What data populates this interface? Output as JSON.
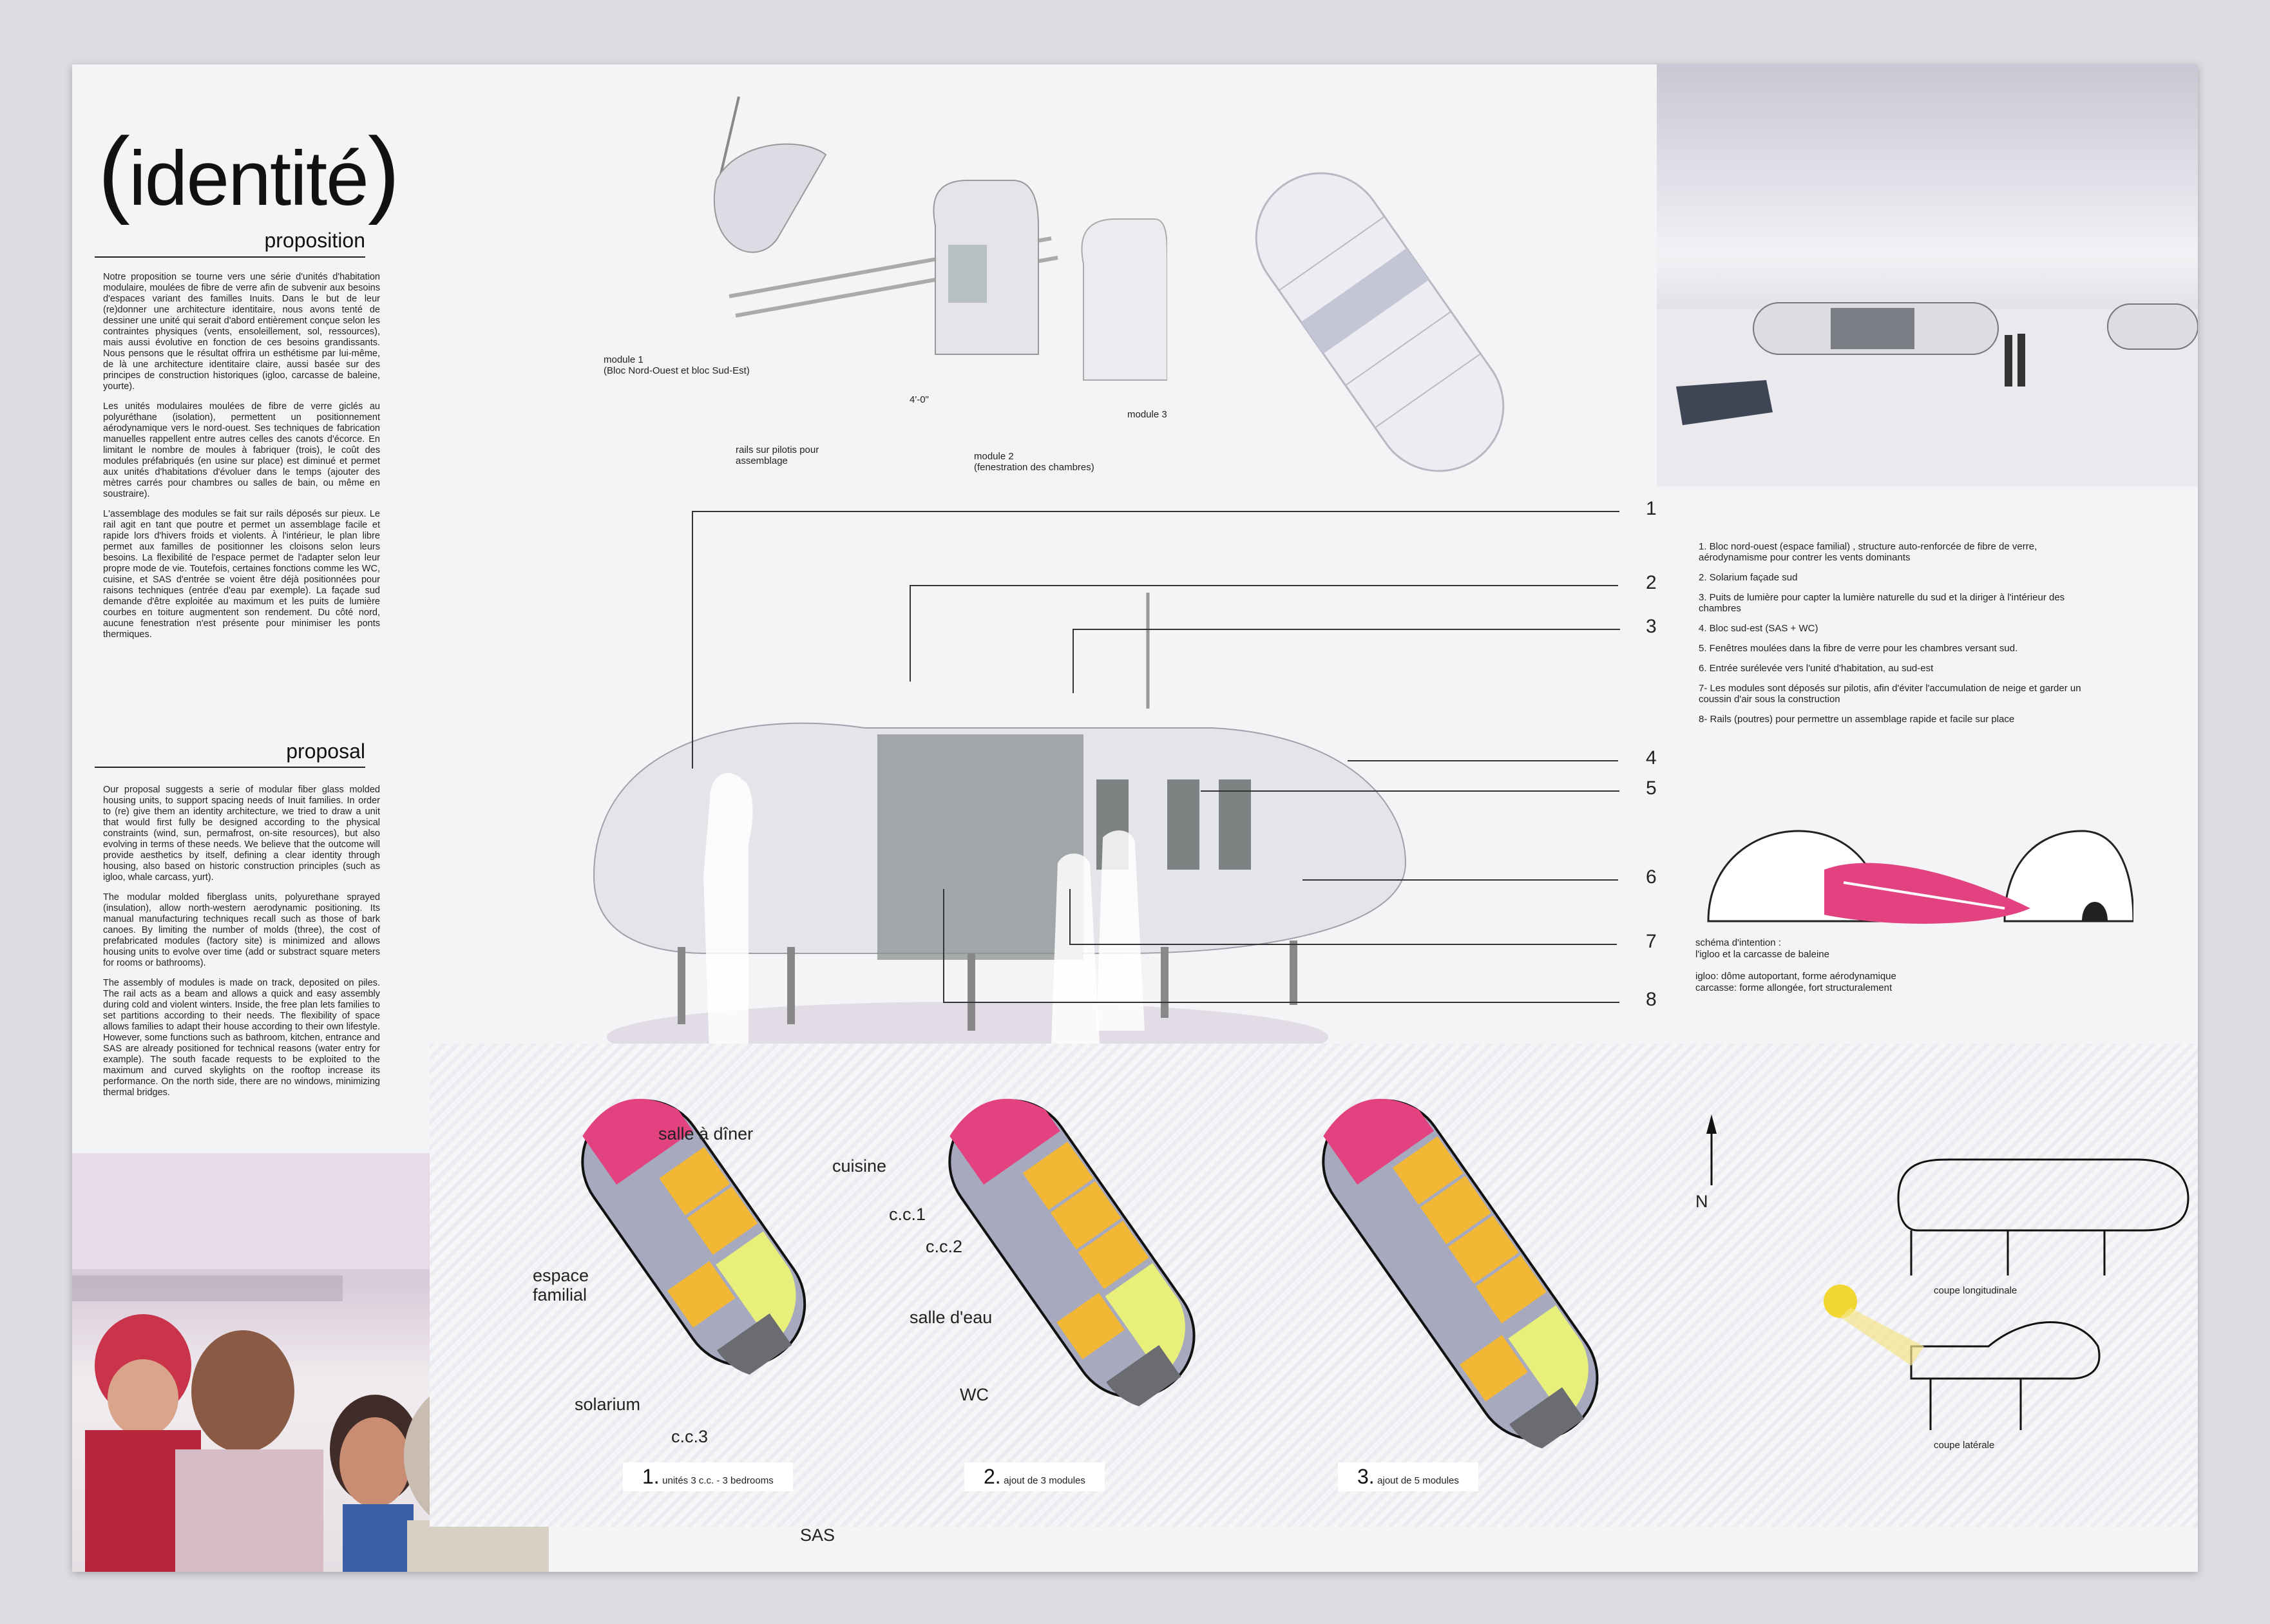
{
  "header": {
    "title": "identité",
    "section_fr": "proposition",
    "section_en": "proposal"
  },
  "text_fr": [
    "Notre proposition se tourne vers une série d'unités d'habitation modulaire, moulées de fibre de verre afin de subvenir aux besoins d'espaces variant des familles Inuits. Dans le but de leur (re)donner une architecture identitaire, nous avons tenté de dessiner une unité qui serait d'abord entièrement conçue selon les contraintes physiques (vents, ensoleillement, sol, ressources), mais aussi évolutive en fonction de ces besoins grandissants. Nous pensons que le résultat offrira un esthétisme par lui-même, de là une architecture identitaire claire, aussi basée sur des principes de construction historiques (igloo, carcasse de baleine, yourte).",
    "Les unités modulaires moulées de fibre de verre giclés au polyuréthane (isolation), permettent un positionnement aérodynamique vers le nord-ouest. Ses techniques de fabrication manuelles rappellent entre autres celles des canots d'écorce. En limitant le nombre de moules à fabriquer (trois), le coût des modules préfabriqués (en usine sur place) est diminué et permet aux unités d'habitations d'évoluer dans le temps (ajouter des mètres carrés pour chambres ou salles de bain, ou même en soustraire).",
    "L'assemblage des modules se fait sur rails déposés sur pieux. Le rail agit en tant que poutre et permet un assemblage facile et rapide lors d'hivers froids et violents. À l'intérieur, le plan libre permet aux familles de positionner les cloisons selon leurs besoins. La flexibilité de l'espace permet de l'adapter selon leur propre mode de vie. Toutefois, certaines fonctions comme les WC, cuisine, et SAS d'entrée se voient être déjà positionnées pour raisons techniques (entrée d'eau par exemple). La façade sud demande d'être exploitée au maximum et les puits de lumière courbes en toiture augmentent son rendement. Du côté nord, aucune fenestration n'est présente pour minimiser les ponts thermiques."
  ],
  "text_en": [
    "Our proposal suggests a serie of modular fiber glass molded housing units, to support spacing needs of Inuit families. In order to (re) give them an identity architecture, we tried to draw a unit that would first fully be designed according to the physical constraints (wind, sun, permafrost, on-site resources), but also evolving in terms of these needs. We believe that the outcome will provide aesthetics by itself, defining a clear identity through housing, also based on historic construction principles (such as igloo, whale carcass, yurt).",
    "The modular molded fiberglass units, polyurethane sprayed (insulation), allow north-western aerodynamic positioning. Its manual manufacturing techniques recall such as those of bark canoes. By limiting the number of molds (three), the cost of prefabricated modules (factory site) is minimized and allows housing units to evolve over time (add or substract square meters for rooms or bathrooms).",
    "The assembly of modules is made on track, deposited on piles. The rail acts as a beam and allows a quick and easy assembly during cold and violent winters. Inside, the free plan lets families to set partitions according to their needs. The flexibility of space allows families to adapt their house according to their own lifestyle. However, some functions such as bathroom, kitchen, entrance and SAS are already positioned for technical reasons (water entry for example). The south facade requests to be exploited to the maximum and curved skylights on the rooftop increase its performance. On the north side, there are no windows, minimizing thermal bridges."
  ],
  "exploded": {
    "module1": "module 1",
    "module1_sub": "(Bloc Nord-Ouest et bloc Sud-Est)",
    "rails": "rails sur pilotis pour",
    "rails_sub": "assemblage",
    "module2": "module 2",
    "module2_sub": "(fenestration des chambres)",
    "module3": "module 3",
    "dim": "4'-0\""
  },
  "callouts": [
    "1",
    "2",
    "3",
    "4",
    "5",
    "6",
    "7",
    "8"
  ],
  "legend": [
    "1. Bloc nord-ouest (espace familial) , structure auto-renforcée de fibre de verre, aérodynamisme pour contrer les vents dominants",
    "2. Solarium façade sud",
    "3. Puits de lumière pour capter la lumière naturelle du sud et la diriger à l'intérieur des chambres",
    "4. Bloc sud-est (SAS + WC)",
    "5. Fenêtres moulées dans la fibre de verre pour les chambres versant sud.",
    "6. Entrée surélevée vers l'unité d'habitation, au sud-est",
    "7- Les modules sont déposés sur pilotis, afin d'éviter l'accumulation de neige et garder un coussin d'air sous la construction",
    "8- Rails (poutres) pour permettre un assemblage rapide et facile sur place"
  ],
  "schema": {
    "title": "schéma d'intention :",
    "sub": "l'igloo et la carcasse de baleine",
    "note1": "igloo: dôme autoportant, forme aérodynamique",
    "note2": "carcasse: forme allongée, fort structuralement"
  },
  "plan_labels": {
    "salle_diner": "salle à dîner",
    "cuisine": "cuisine",
    "cc1": "c.c.1",
    "cc2": "c.c.2",
    "espace": "espace",
    "familial": "familial",
    "salle_eau": "salle d'eau",
    "solarium": "solarium",
    "wc": "WC",
    "cc3": "c.c.3",
    "sas": "SAS",
    "north": "N"
  },
  "plans": [
    {
      "num": "1.",
      "caption": "unités 3 c.c. - 3 bedrooms"
    },
    {
      "num": "2.",
      "caption": "ajout de 3 modules"
    },
    {
      "num": "3.",
      "caption": "ajout de 5 modules"
    }
  ],
  "sections": {
    "long": "coupe longitudinale",
    "lat": "coupe latérale"
  },
  "colors": {
    "pink": "#e2427f",
    "yellow": "#f2b734",
    "lime": "#e8ef7a",
    "grey": "#a7aabf",
    "dark": "#6b6b72"
  }
}
